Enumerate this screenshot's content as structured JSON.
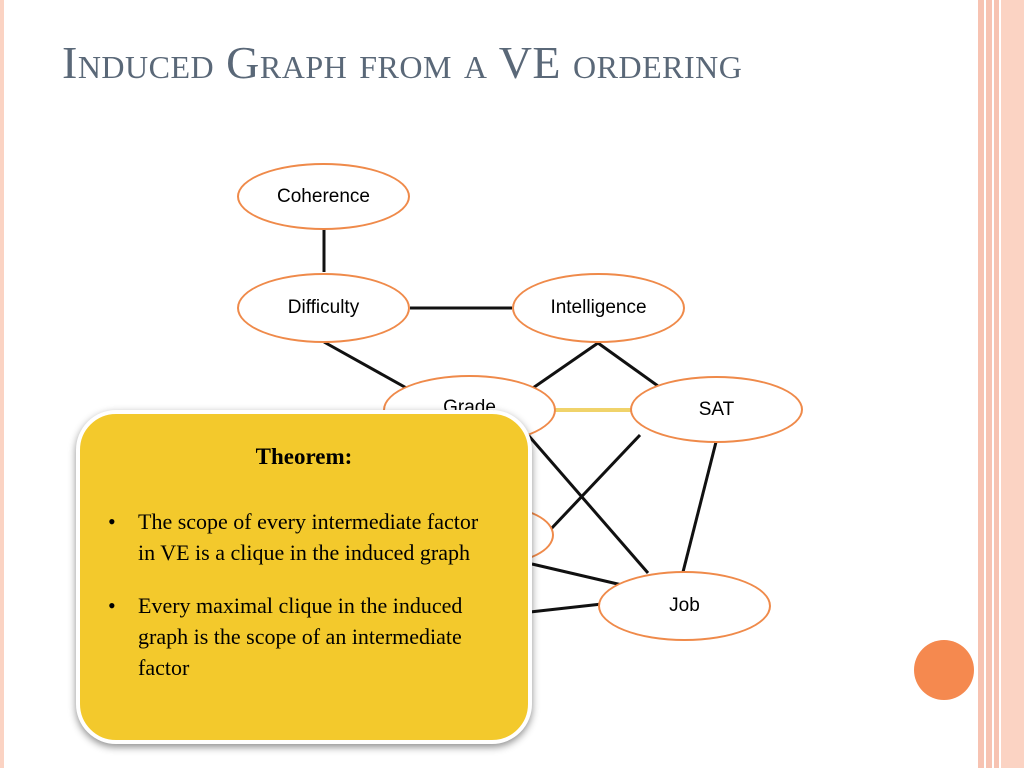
{
  "slide": {
    "title": "Induced Graph from a VE ordering"
  },
  "graph": {
    "nodes": {
      "coherence": "Coherence",
      "difficulty": "Difficulty",
      "intelligence": "Intelligence",
      "grade": "Grade",
      "sat": "SAT",
      "job": "Job"
    }
  },
  "theorem": {
    "heading": "Theorem:",
    "bullets": [
      "The scope of every intermediate factor in VE is a clique in the induced graph",
      "Every maximal clique in the induced graph is the scope of an intermediate factor"
    ]
  },
  "colors": {
    "node_border": "#ef8a4a",
    "callout_fill": "#f3c92c",
    "title_text": "#5a6878",
    "fill_in_edge": "#f0d36a",
    "accent_dot": "#f5894f"
  }
}
